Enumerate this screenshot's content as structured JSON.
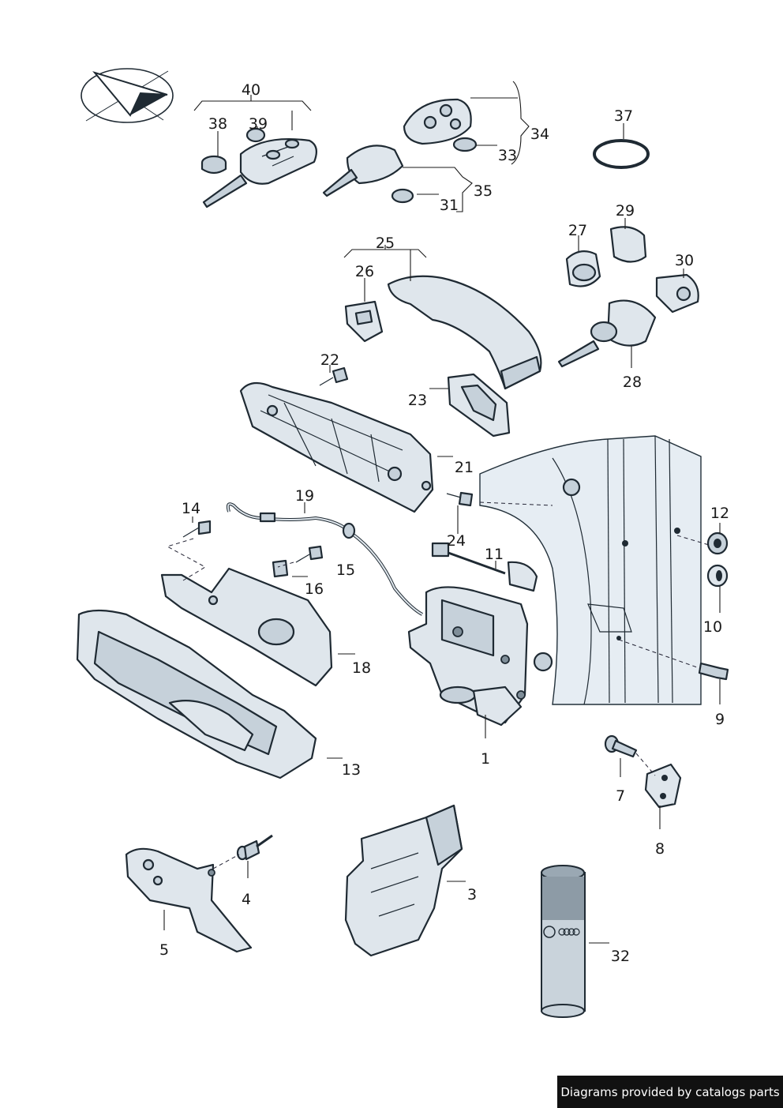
{
  "footer": {
    "text": "Diagrams provided by catalogs parts"
  },
  "labels": {
    "l1": "1",
    "l3": "3",
    "l4": "4",
    "l5": "5",
    "l7": "7",
    "l8": "8",
    "l9": "9",
    "l10": "10",
    "l11": "11",
    "l12": "12",
    "l13": "13",
    "l14": "14",
    "l15": "15",
    "l16": "16",
    "l18": "18",
    "l19": "19",
    "l21": "21",
    "l22": "22",
    "l23": "23",
    "l24": "24",
    "l25": "25",
    "l26": "26",
    "l27": "27",
    "l28": "28",
    "l29": "29",
    "l30": "30",
    "l31": "31",
    "l32": "32",
    "l33": "33",
    "l34": "34",
    "l35": "35",
    "l37": "37",
    "l38": "38",
    "l39": "39",
    "l40": "40"
  },
  "colors": {
    "part_fill": "#dfe6ec",
    "outline": "#1f2a33",
    "footer_bg": "#111111"
  }
}
